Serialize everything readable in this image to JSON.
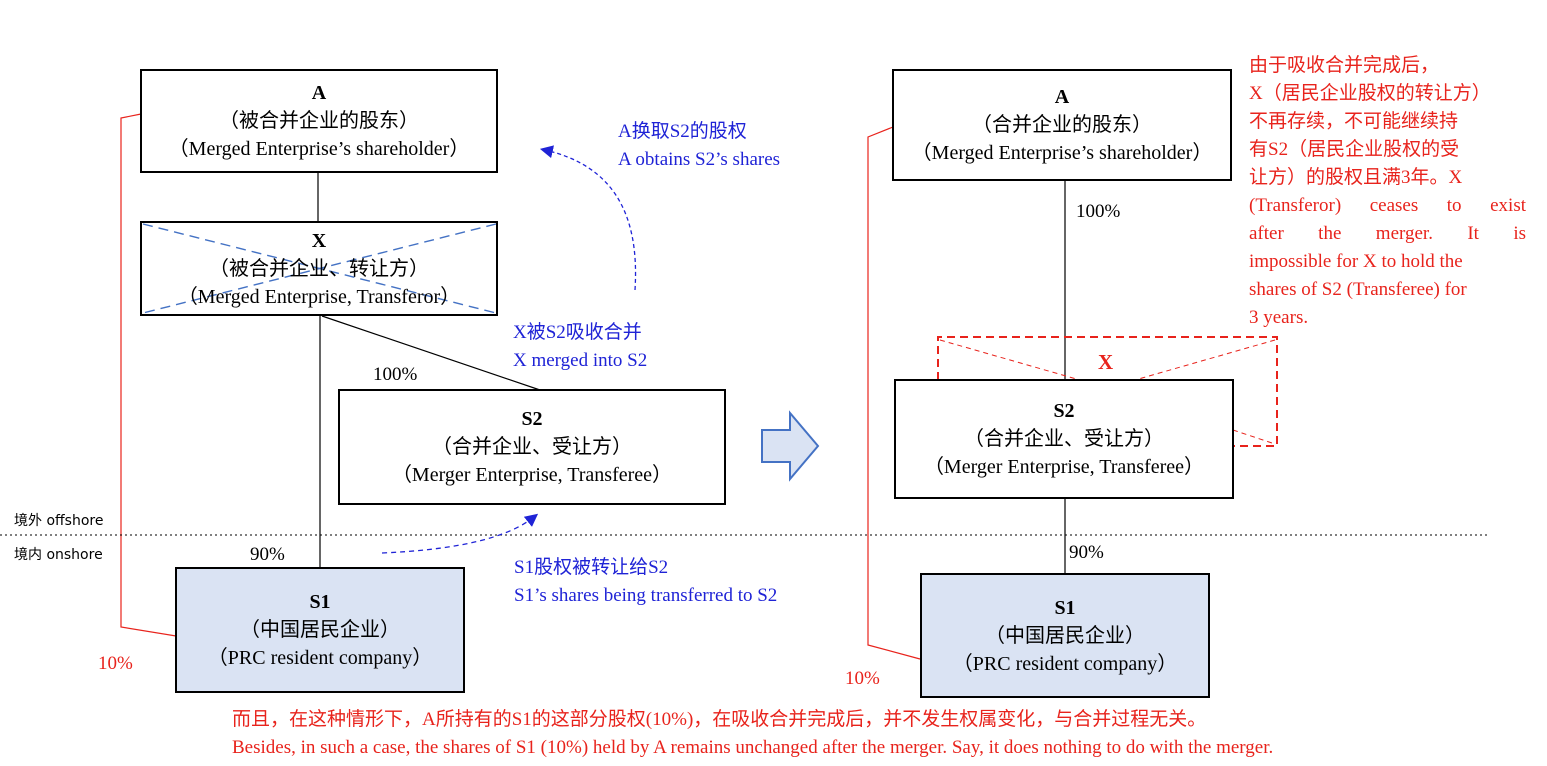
{
  "colors": {
    "blue_text": "#1f23d6",
    "red_text": "#e8231c",
    "blue_fill": "#dae3f3",
    "dashed_cross": "#4472c4"
  },
  "zone": {
    "offshore": "境外 offshore",
    "onshore": "境内 onshore"
  },
  "left": {
    "A": {
      "title": "A",
      "line_cn": "（被合并企业的股东）",
      "line_en": "（Merged Enterprise’s shareholder）"
    },
    "X": {
      "title": "X",
      "line_cn": "（被合并企业、转让方）",
      "line_en": "（Merged Enterprise, Transferor）"
    },
    "S2": {
      "title": "S2",
      "line_cn": "（合并企业、受让方）",
      "line_en": "（Merger Enterprise, Transferee）"
    },
    "S1": {
      "title": "S1",
      "line_cn": "（中国居民企业）",
      "line_en": "（PRC resident company）"
    },
    "pct_x_s2": "100%",
    "pct_x_s1": "90%",
    "pct_a_s1": "10%",
    "annotation_obtain": {
      "cn": "A换取S2的股权",
      "en": "A obtains S2’s shares"
    },
    "annotation_merge": {
      "cn": "X被S2吸收合并",
      "en": "X merged into S2"
    },
    "annotation_transfer": {
      "cn": "S1股权被转让给S2",
      "en": "S1’s shares being transferred to S2"
    }
  },
  "right": {
    "A": {
      "title": "A",
      "line_cn": "（合并企业的股东）",
      "line_en": "（Merged Enterprise’s shareholder）"
    },
    "S2": {
      "title": "S2",
      "line_cn": "（合并企业、受让方）",
      "line_en": "（Merger Enterprise, Transferee）"
    },
    "S1": {
      "title": "S1",
      "line_cn": "（中国居民企业）",
      "line_en": "（PRC resident company）"
    },
    "removed_x": "X",
    "pct_a_s2": "100%",
    "pct_s2_s1": "90%",
    "pct_a_s1": "10%",
    "note": [
      "由于吸收合并完成后，",
      "X（居民企业股权的转让方）",
      "不再存续，不可能继续持",
      "有S2（居民企业股权的受",
      "让方）的股权且满3年。X",
      "(Transferor) ceases to exist",
      "after the merger. It is",
      "impossible for X to hold the",
      "shares of S2 (Transferee) for",
      "3 years."
    ]
  },
  "bottom_note": {
    "cn": "而且，在这种情形下，A所持有的S1的这部分股权(10%)，在吸收合并完成后，并不发生权属变化，与合并过程无关。",
    "en": "Besides, in such a case, the shares of S1 (10%) held by A remains unchanged after the merger.  Say, it does nothing to do with the merger."
  }
}
